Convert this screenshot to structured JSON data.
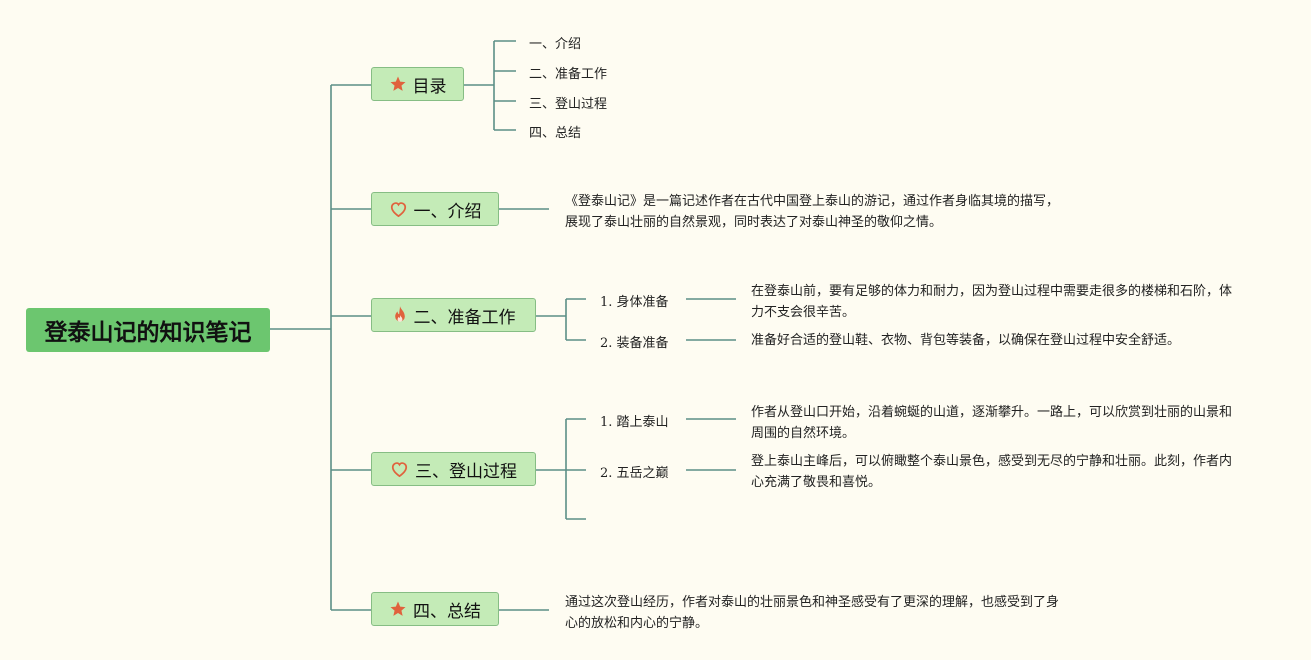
{
  "root": {
    "title": "登泰山记的知识笔记"
  },
  "branches": {
    "toc": {
      "label": "目录",
      "icon": "star-icon",
      "items": [
        "一、介绍",
        "二、准备工作",
        "三、登山过程",
        "四、总结"
      ]
    },
    "intro": {
      "label": "一、介绍",
      "icon": "heart-icon",
      "desc": "《登泰山记》是一篇记述作者在古代中国登上泰山的游记，通过作者身临其境的描写，展现了泰山壮丽的自然景观，同时表达了对泰山神圣的敬仰之情。"
    },
    "prep": {
      "label": "二、准备工作",
      "icon": "fire-icon",
      "subs": [
        {
          "label": "1. 身体准备",
          "desc": "在登泰山前，要有足够的体力和耐力，因为登山过程中需要走很多的楼梯和石阶，体力不支会很辛苦。"
        },
        {
          "label": "2. 装备准备",
          "desc": "准备好合适的登山鞋、衣物、背包等装备，以确保在登山过程中安全舒适。"
        }
      ]
    },
    "climb": {
      "label": "三、登山过程",
      "icon": "heart-icon",
      "subs": [
        {
          "label": "1. 踏上泰山",
          "desc": "作者从登山口开始，沿着蜿蜒的山道，逐渐攀升。一路上，可以欣赏到壮丽的山景和周围的自然环境。"
        },
        {
          "label": "2. 五岳之巅",
          "desc": "登上泰山主峰后，可以俯瞰整个泰山景色，感受到无尽的宁静和壮丽。此刻，作者内心充满了敬畏和喜悦。"
        }
      ]
    },
    "summary": {
      "label": "四、总结",
      "icon": "star-icon",
      "desc": "通过这次登山经历，作者对泰山的壮丽景色和神圣感受有了更深的理解，也感受到了身心的放松和内心的宁静。"
    }
  },
  "colors": {
    "background": "#fefcf2",
    "root_fill": "#6cc66f",
    "branch_fill": "#c4ebb7",
    "connector": "#5b8f86",
    "icon": "#e0623d"
  }
}
